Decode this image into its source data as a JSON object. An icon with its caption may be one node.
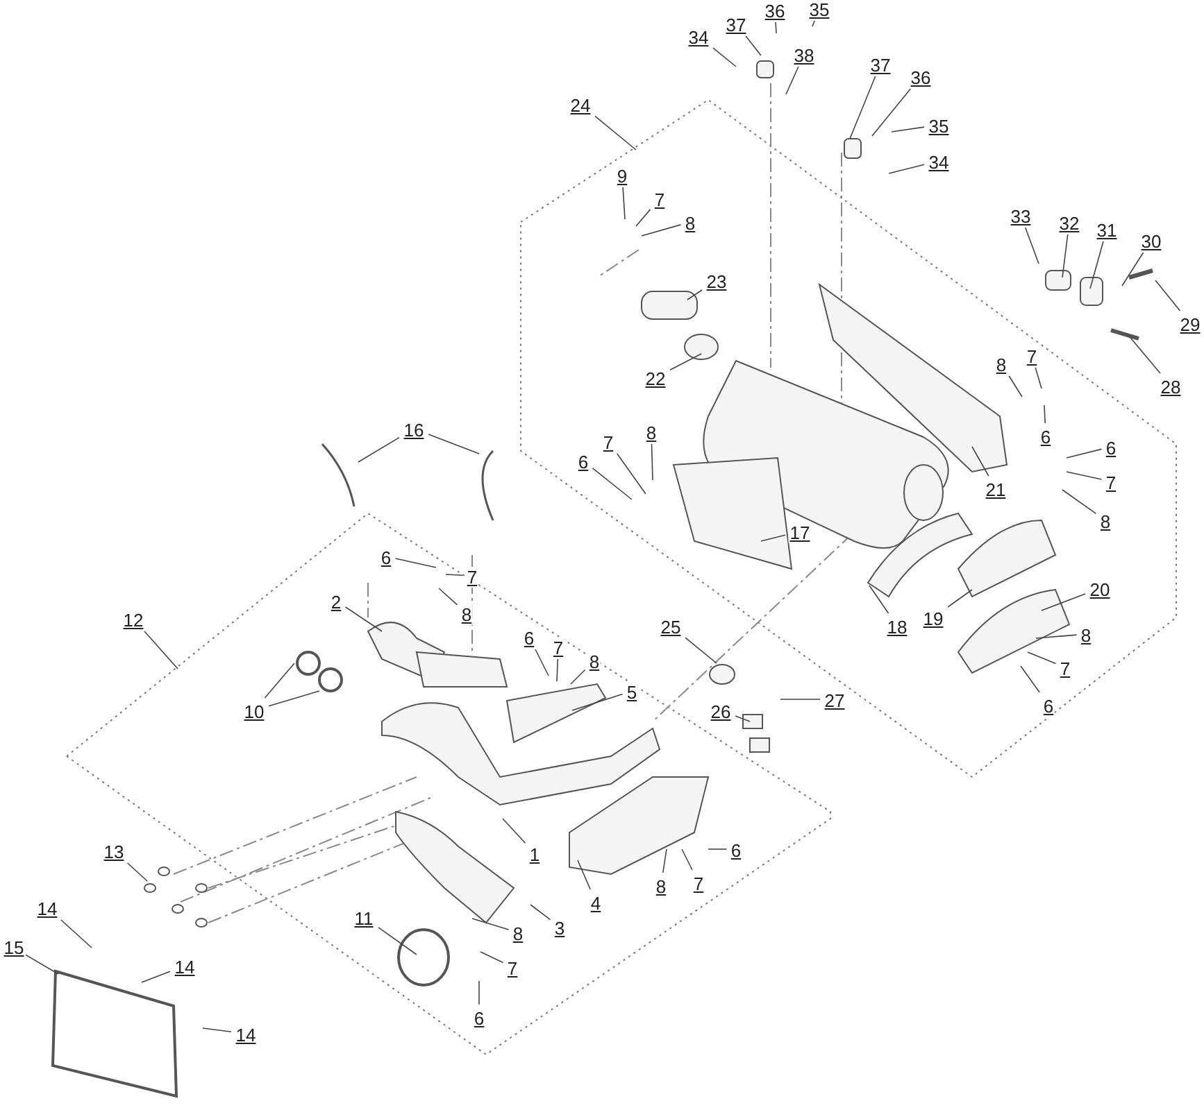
{
  "diagram": {
    "nodes": [
      {
        "text": [
          "34"
        ]
      },
      {
        "text": [
          "37"
        ]
      },
      {
        "text": [
          "36"
        ]
      },
      {
        "text": [
          "35"
        ]
      },
      {
        "text": [
          "38"
        ]
      },
      {
        "text": [
          "37"
        ]
      },
      {
        "text": [
          "36"
        ]
      },
      {
        "text": [
          "35"
        ]
      },
      {
        "text": [
          "34"
        ]
      },
      {
        "text": [
          "24"
        ]
      },
      {
        "text": [
          "9"
        ]
      },
      {
        "text": [
          "7"
        ]
      },
      {
        "text": [
          "8"
        ]
      },
      {
        "text": [
          "23"
        ]
      },
      {
        "text": [
          "22"
        ]
      },
      {
        "text": [
          "33"
        ]
      },
      {
        "text": [
          "32"
        ]
      },
      {
        "text": [
          "31"
        ]
      },
      {
        "text": [
          "30"
        ]
      },
      {
        "text": [
          "29"
        ]
      },
      {
        "text": [
          "28"
        ]
      },
      {
        "text": [
          "8"
        ]
      },
      {
        "text": [
          "7"
        ]
      },
      {
        "text": [
          "6"
        ]
      },
      {
        "text": [
          "21"
        ]
      },
      {
        "text": [
          "6"
        ]
      },
      {
        "text": [
          "7"
        ]
      },
      {
        "text": [
          "8"
        ]
      },
      {
        "text": [
          "17"
        ]
      },
      {
        "text": [
          "18"
        ]
      },
      {
        "text": [
          "19"
        ]
      },
      {
        "text": [
          "20"
        ]
      },
      {
        "text": [
          "8"
        ]
      },
      {
        "text": [
          "7"
        ]
      },
      {
        "text": [
          "6"
        ]
      },
      {
        "text": [
          "16"
        ]
      },
      {
        "text": [
          "6"
        ]
      },
      {
        "text": [
          "7"
        ]
      },
      {
        "text": [
          "8"
        ]
      },
      {
        "text": [
          "6"
        ]
      },
      {
        "text": [
          "7"
        ]
      },
      {
        "text": [
          "8"
        ]
      },
      {
        "text": [
          "2"
        ]
      },
      {
        "text": [
          "12"
        ]
      },
      {
        "text": [
          "6"
        ]
      },
      {
        "text": [
          "7"
        ]
      },
      {
        "text": [
          "8"
        ]
      },
      {
        "text": [
          "25"
        ]
      },
      {
        "text": [
          "5"
        ]
      },
      {
        "text": [
          "10"
        ]
      },
      {
        "text": [
          "26"
        ]
      },
      {
        "text": [
          "27"
        ]
      },
      {
        "text": [
          "1"
        ]
      },
      {
        "text": [
          "13"
        ]
      },
      {
        "text": [
          "6"
        ]
      },
      {
        "text": [
          "8"
        ]
      },
      {
        "text": [
          "7"
        ]
      },
      {
        "text": [
          "4"
        ]
      },
      {
        "text": [
          "11"
        ]
      },
      {
        "text": [
          "14"
        ]
      },
      {
        "text": [
          "3"
        ]
      },
      {
        "text": [
          "8"
        ]
      },
      {
        "text": [
          "15"
        ]
      },
      {
        "text": [
          "14"
        ]
      },
      {
        "text": [
          "7"
        ]
      },
      {
        "text": [
          "6"
        ]
      },
      {
        "text": [
          "14"
        ]
      }
    ],
    "edges": [
      {
        "from": 0,
        "to": null,
        "arrow": "none"
      },
      {
        "from": 1,
        "to": null,
        "arrow": "none"
      },
      {
        "from": 2,
        "to": null,
        "arrow": "none"
      },
      {
        "from": 3,
        "to": null,
        "arrow": "none"
      },
      {
        "from": 4,
        "to": null,
        "arrow": "none"
      },
      {
        "from": 5,
        "to": null,
        "arrow": "none"
      },
      {
        "from": 6,
        "to": null,
        "arrow": "none"
      },
      {
        "from": 7,
        "to": null,
        "arrow": "none"
      },
      {
        "from": 8,
        "to": null,
        "arrow": "none"
      },
      {
        "from": 9,
        "to": null,
        "arrow": "none"
      },
      {
        "from": 10,
        "to": null,
        "arrow": "none"
      },
      {
        "from": 11,
        "to": null,
        "arrow": "none"
      },
      {
        "from": 12,
        "to": null,
        "arrow": "none"
      },
      {
        "from": 13,
        "to": null,
        "arrow": "none"
      },
      {
        "from": 14,
        "to": null,
        "arrow": "none"
      },
      {
        "from": 15,
        "to": null,
        "arrow": "none"
      },
      {
        "from": 16,
        "to": null,
        "arrow": "none"
      },
      {
        "from": 17,
        "to": null,
        "arrow": "none"
      },
      {
        "from": 18,
        "to": null,
        "arrow": "none"
      },
      {
        "from": 19,
        "to": null,
        "arrow": "none"
      },
      {
        "from": 20,
        "to": null,
        "arrow": "none"
      },
      {
        "from": 21,
        "to": null,
        "arrow": "none"
      },
      {
        "from": 22,
        "to": null,
        "arrow": "none"
      },
      {
        "from": 23,
        "to": null,
        "arrow": "none"
      },
      {
        "from": 24,
        "to": null,
        "arrow": "none"
      },
      {
        "from": 25,
        "to": null,
        "arrow": "none"
      },
      {
        "from": 26,
        "to": null,
        "arrow": "none"
      },
      {
        "from": 27,
        "to": null,
        "arrow": "none"
      },
      {
        "from": 28,
        "to": null,
        "arrow": "none"
      },
      {
        "from": 29,
        "to": null,
        "arrow": "none"
      },
      {
        "from": 30,
        "to": null,
        "arrow": "none"
      },
      {
        "from": 31,
        "to": null,
        "arrow": "none"
      },
      {
        "from": 32,
        "to": null,
        "arrow": "none"
      },
      {
        "from": 33,
        "to": null,
        "arrow": "none"
      },
      {
        "from": 34,
        "to": null,
        "arrow": "none"
      },
      {
        "from": 35,
        "to": null,
        "arrow": "none"
      },
      {
        "from": 35,
        "to": null,
        "arrow": "none"
      },
      {
        "from": 36,
        "to": null,
        "arrow": "none"
      },
      {
        "from": 37,
        "to": null,
        "arrow": "none"
      },
      {
        "from": 38,
        "to": null,
        "arrow": "none"
      },
      {
        "from": 39,
        "to": null,
        "arrow": "none"
      },
      {
        "from": 40,
        "to": null,
        "arrow": "none"
      },
      {
        "from": 41,
        "to": null,
        "arrow": "none"
      },
      {
        "from": 42,
        "to": null,
        "arrow": "none"
      },
      {
        "from": 43,
        "to": null,
        "arrow": "none"
      },
      {
        "from": 44,
        "to": null,
        "arrow": "none"
      },
      {
        "from": 45,
        "to": null,
        "arrow": "none"
      },
      {
        "from": 46,
        "to": null,
        "arrow": "none"
      },
      {
        "from": 47,
        "to": null,
        "arrow": "none"
      },
      {
        "from": 48,
        "to": null,
        "arrow": "none"
      },
      {
        "from": 49,
        "to": null,
        "arrow": "none"
      },
      {
        "from": 49,
        "to": null,
        "arrow": "none"
      },
      {
        "from": 50,
        "to": null,
        "arrow": "none"
      },
      {
        "from": 51,
        "to": null,
        "arrow": "none"
      },
      {
        "from": 52,
        "to": null,
        "arrow": "none"
      },
      {
        "from": 53,
        "to": null,
        "arrow": "none"
      },
      {
        "from": 54,
        "to": null,
        "arrow": "none"
      },
      {
        "from": 55,
        "to": null,
        "arrow": "none"
      },
      {
        "from": 56,
        "to": null,
        "arrow": "none"
      },
      {
        "from": 57,
        "to": null,
        "arrow": "none"
      },
      {
        "from": 58,
        "to": null,
        "arrow": "none"
      },
      {
        "from": 59,
        "to": null,
        "arrow": "none"
      },
      {
        "from": 60,
        "to": null,
        "arrow": "none"
      },
      {
        "from": 61,
        "to": null,
        "arrow": "none"
      },
      {
        "from": 62,
        "to": null,
        "arrow": "none"
      },
      {
        "from": 63,
        "to": null,
        "arrow": "none"
      },
      {
        "from": 64,
        "to": null,
        "arrow": "none"
      },
      {
        "from": 65,
        "to": null,
        "arrow": "none"
      },
      {
        "from": 66,
        "to": null,
        "arrow": "none"
      }
    ]
  }
}
